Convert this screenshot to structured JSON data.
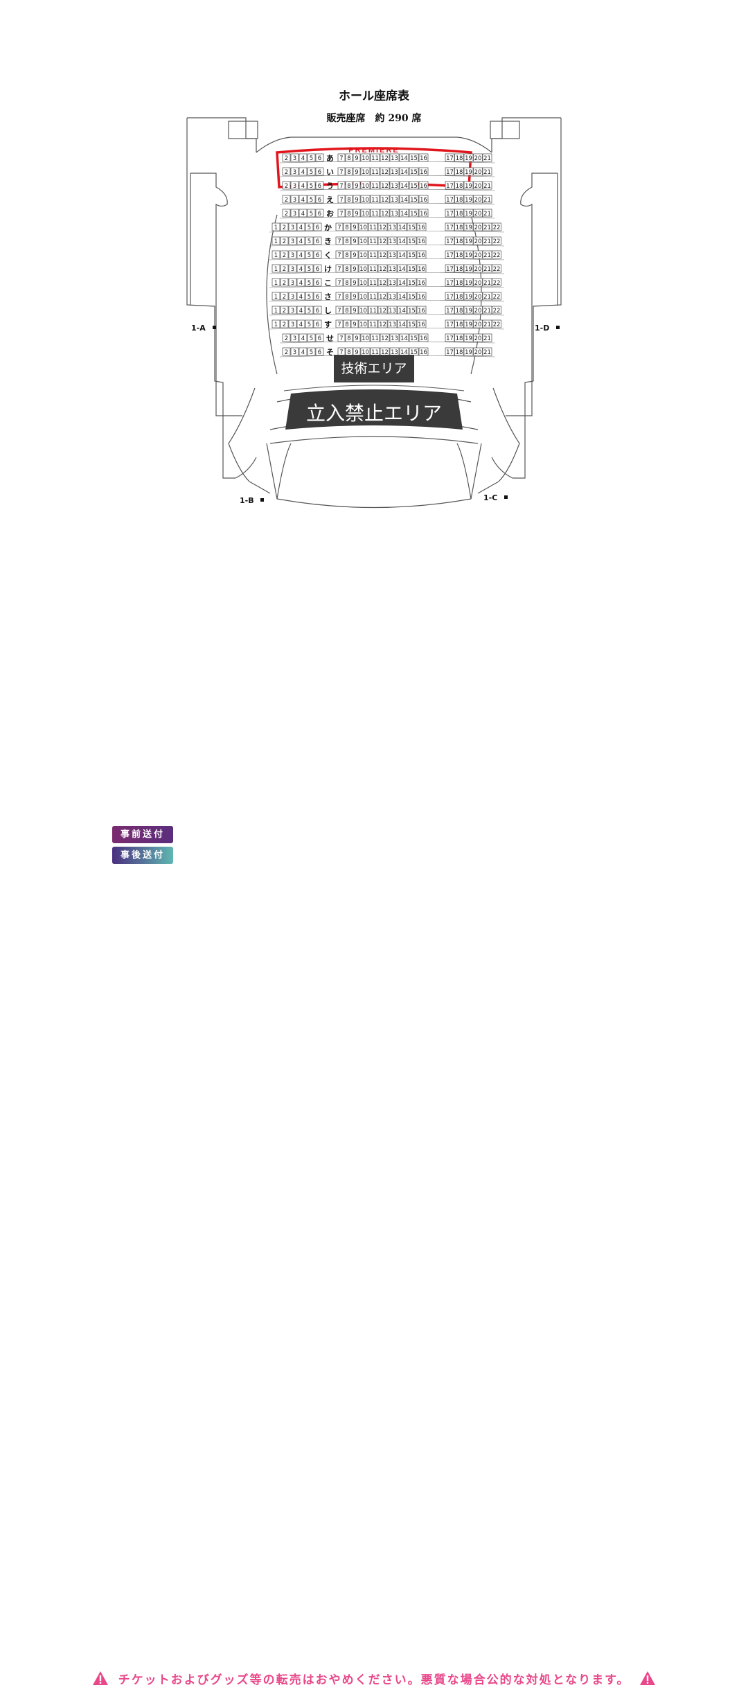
{
  "seat_map": {
    "title": "ホール座席表",
    "subtitle": "販売座席　約 290 席",
    "premiere_label": "PREMIERE",
    "tech_area_label": "技術エリア",
    "no_entry_label": "立入禁止エリア",
    "rows": [
      "あ",
      "い",
      "う",
      "え",
      "お",
      "か",
      "き",
      "く",
      "け",
      "こ",
      "さ",
      "し",
      "す",
      "せ",
      "そ"
    ],
    "entrances": {
      "a": "1-A",
      "b": "1-B",
      "c": "1-C",
      "d": "1-D"
    },
    "colors": {
      "premiere": "#e0161c",
      "area_fill": "#3a3a3a",
      "lines": "#555555"
    }
  },
  "badges": {
    "pre_ship": "事前送付",
    "post_ship": "事後送付"
  },
  "footer": {
    "warning_text": "チケットおよびグッズ等の転売はおやめください。悪質な場合公的な対処となります。",
    "icon": "warning-triangle-icon",
    "color": "#e8488a"
  }
}
